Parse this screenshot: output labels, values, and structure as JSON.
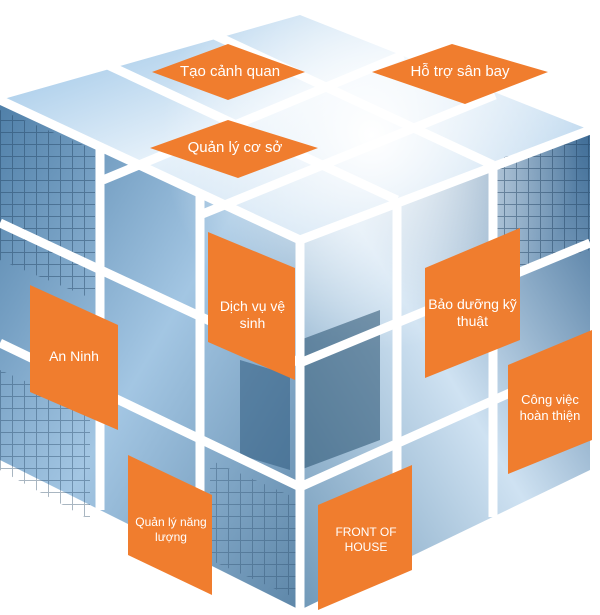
{
  "colors": {
    "accent": "#f07d2e",
    "sky": "#b9d7ee",
    "glass": "#3d6f9a",
    "gap": "#ffffff"
  },
  "services": {
    "landscape": "Tạo cảnh quan",
    "airport": "Hỗ trợ sân bay",
    "facility": "Quản lý cơ sở",
    "cleaning": "Dịch vụ vệ sinh",
    "maintenance": "Bảo dưỡng kỹ thuật",
    "security": "An Ninh",
    "finishing": "Công việc hoàn thiện",
    "energy": "Quản lý năng lượng",
    "front_of_house": "FRONT OF HOUSE"
  }
}
